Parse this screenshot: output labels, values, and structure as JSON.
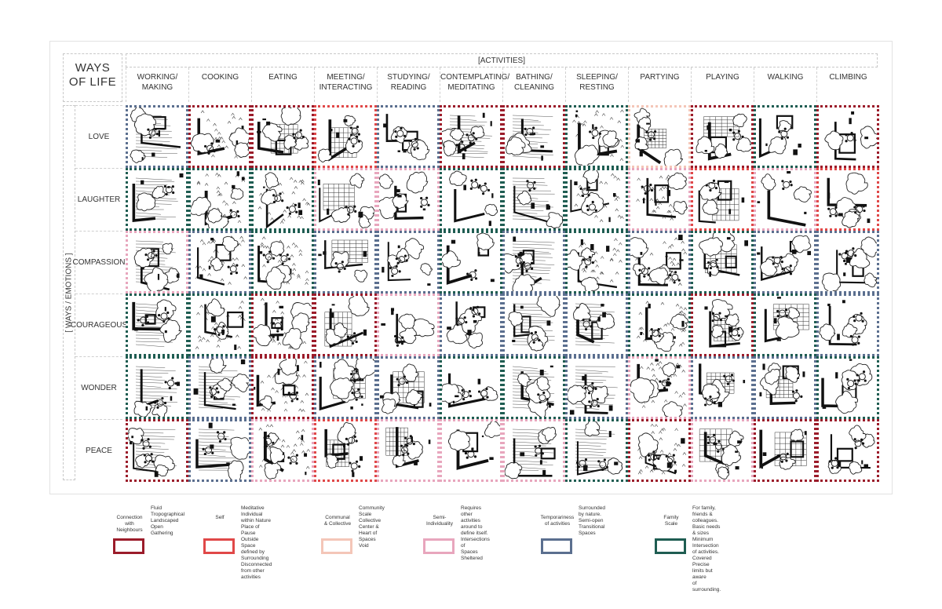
{
  "title": "WAYS\nOF LIFE",
  "activities_title": "[ACTIVITIES]",
  "emotions_title": "[ WAYS / EMOTIONS ]",
  "columns": [
    "WORKING/\nMAKING",
    "COOKING",
    "EATING",
    "MEETING/\nINTERACTING",
    "STUDYING/\nREADING",
    "CONTEMPLATING/\nMEDITATING",
    "BATHING/\nCLEANING",
    "SLEEPING/\nRESTING",
    "PARTYING",
    "PLAYING",
    "WALKING",
    "CLIMBING"
  ],
  "rows": [
    "LOVE",
    "LAUGHTER",
    "COMPASSION",
    "COURAGEOUS",
    "WONDER",
    "PEACE"
  ],
  "border_colors": {
    "neighbours": "#9b1c2a",
    "self": "#e04848",
    "communal": "#f4c6b8",
    "semi": "#e8a6bd",
    "temporary": "#5b6f8f",
    "family": "#1f5d52"
  },
  "grid_borders": [
    [
      "temporary",
      "neighbours",
      "neighbours",
      "self",
      "temporary",
      "neighbours",
      "neighbours",
      "family",
      "communal",
      "neighbours",
      "family",
      "neighbours"
    ],
    [
      "family",
      "family",
      "family",
      "semi",
      "semi",
      "family",
      "family",
      "family",
      "semi",
      "self",
      "semi",
      "self"
    ],
    [
      "semi",
      "temporary",
      "family",
      "temporary",
      "temporary",
      "family",
      "temporary",
      "family",
      "temporary",
      "family",
      "temporary",
      "temporary"
    ],
    [
      "family",
      "family",
      "neighbours",
      "neighbours",
      "semi",
      "temporary",
      "temporary",
      "temporary",
      "family",
      "neighbours",
      "family",
      "temporary"
    ],
    [
      "family",
      "temporary",
      "neighbours",
      "temporary",
      "temporary",
      "family",
      "family",
      "temporary",
      "semi",
      "temporary",
      "temporary",
      "family"
    ],
    [
      "neighbours",
      "temporary",
      "semi",
      "self",
      "semi",
      "semi",
      "semi",
      "family",
      "neighbours",
      "semi",
      "neighbours",
      "neighbours"
    ]
  ],
  "legend": [
    {
      "key": "neighbours",
      "label": "Connection\nwith\nNeighbours",
      "desc": "Fluid\nTropographical\nLandscaped\nOpen\nGathering"
    },
    {
      "key": "self",
      "label": "Self",
      "desc": "Meditative\nIndividual within Nature\nPlace of Pause\nOutside\nSpace defined by Surrounding\nDisconnected from other\nactivities"
    },
    {
      "key": "communal",
      "label": "Communal\n& Collective",
      "desc": "Community Scale\nCollective\nCenter &\nHeart of Spaces\nVoid"
    },
    {
      "key": "semi",
      "label": "Semi-\nIndividuality",
      "desc": "Requires other\nactivities around to\ndefine itself.\nIntersections of\nSpaces\nSheltered"
    },
    {
      "key": "temporary",
      "label": "Temporariness\nof activities",
      "desc": "Surrounded\nby nature.\nSemi-open\nTransitional Spaces"
    },
    {
      "key": "family",
      "label": "Family\nScale",
      "desc": "For family, friends &\ncolleagues.\nBasic needs & sizes\nMinimum\nIntersection of activities.\nCovered\nPrecise limits but aware\nof surrounding."
    }
  ]
}
